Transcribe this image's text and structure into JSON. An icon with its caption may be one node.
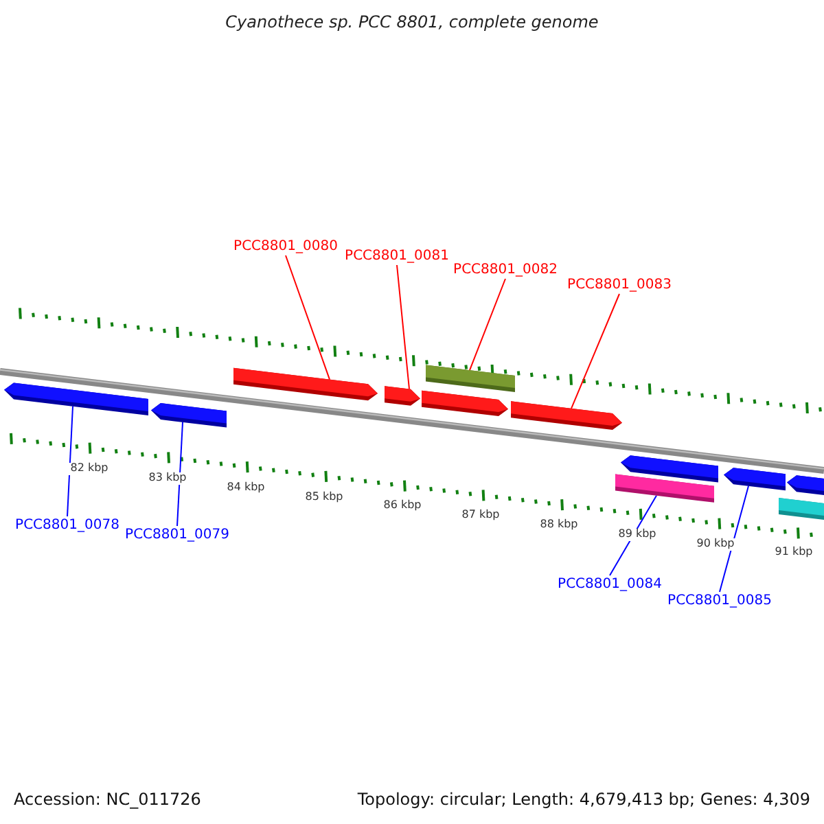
{
  "diagram": {
    "title": "Cyanothece sp. PCC 8801, complete genome",
    "nodes": [
      {
        "text": [
          "PCC8801_0080"
        ]
      },
      {
        "text": [
          "PCC8801_0081"
        ]
      },
      {
        "text": [
          "PCC8801_0082"
        ]
      },
      {
        "text": [
          "PCC8801_0083"
        ]
      },
      {
        "text": [],
        "shape": "arrow"
      },
      {
        "text": [],
        "shape": "arrow"
      },
      {
        "text": [],
        "shape": "arrow"
      },
      {
        "text": [],
        "shape": "arrow"
      },
      {
        "text": [],
        "shape": "arrow"
      },
      {
        "text": [],
        "shape": "bar"
      },
      {
        "text": [],
        "shape": "arrow"
      },
      {
        "text": [],
        "shape": "bar"
      },
      {
        "text": [],
        "shape": "arrow"
      },
      {
        "text": [],
        "shape": "arrow"
      },
      {
        "text": [],
        "shape": "bar"
      },
      {
        "text": [],
        "shape": "arrow"
      },
      {
        "text": [
          "PCC8801_0078"
        ]
      },
      {
        "text": [
          "PCC8801_0079"
        ]
      },
      {
        "text": [
          "PCC8801_0084"
        ]
      },
      {
        "text": [
          "PCC8801_0085"
        ]
      }
    ],
    "edges": [
      {
        "from": 0,
        "to": 6,
        "arrow": "none",
        "color": "#ff0000"
      },
      {
        "from": 1,
        "to": 7,
        "arrow": "none",
        "color": "#ff0000"
      },
      {
        "from": 2,
        "to": 9,
        "arrow": "none",
        "color": "#ff0000"
      },
      {
        "from": 3,
        "to": 10,
        "arrow": "none",
        "color": "#ff0000"
      },
      {
        "from": 16,
        "to": 4,
        "arrow": "none",
        "color": "#0000ff"
      },
      {
        "from": 17,
        "to": 5,
        "arrow": "none",
        "color": "#0000ff"
      },
      {
        "from": 18,
        "to": 11,
        "arrow": "none",
        "color": "#0000ff"
      },
      {
        "from": 19,
        "to": 13,
        "arrow": "none",
        "color": "#0000ff"
      }
    ],
    "labels": [
      "82 kbp",
      "83 kbp",
      "84 kbp",
      "85 kbp",
      "86 kbp",
      "87 kbp",
      "88 kbp",
      "89 kbp",
      "90 kbp",
      "91 kbp",
      "Accession: NC_011726",
      "Topology: circular; Length: 4,679,413 bp; Genes: 4,309"
    ]
  }
}
